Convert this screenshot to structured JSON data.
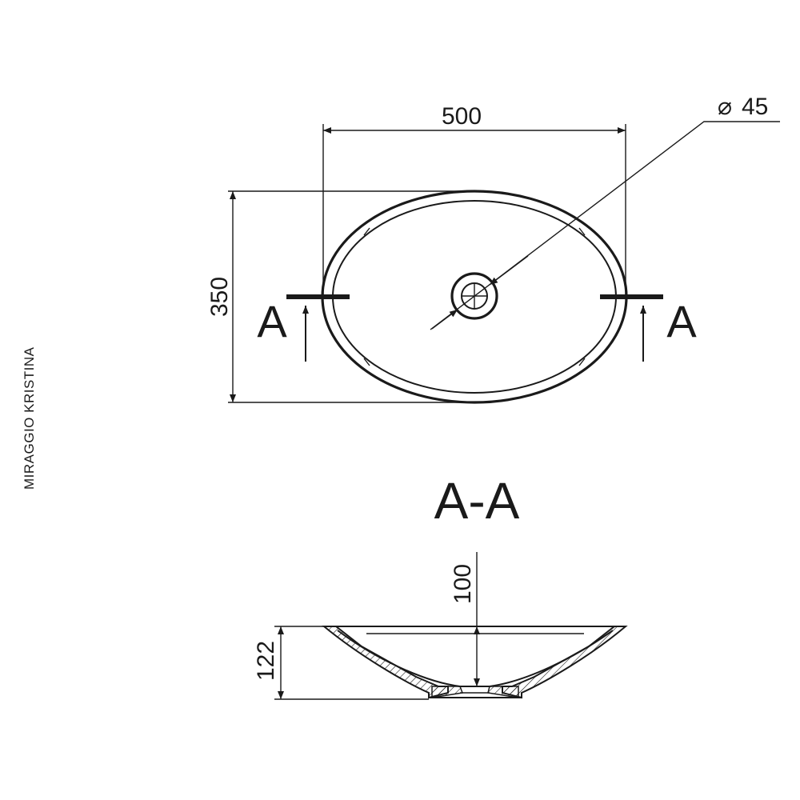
{
  "brand_label": "MIRAGGIO KRISTINA",
  "plan_view": {
    "width_dim": "500",
    "depth_dim": "350",
    "drain_dim": "45",
    "diameter_symbol": "⌀",
    "section_mark_left": "A",
    "section_mark_right": "A"
  },
  "section_view": {
    "title": "A-A",
    "inner_depth_dim": "100",
    "total_height_dim": "122"
  },
  "colors": {
    "ink": "#1a1a1a",
    "background": "#ffffff"
  }
}
